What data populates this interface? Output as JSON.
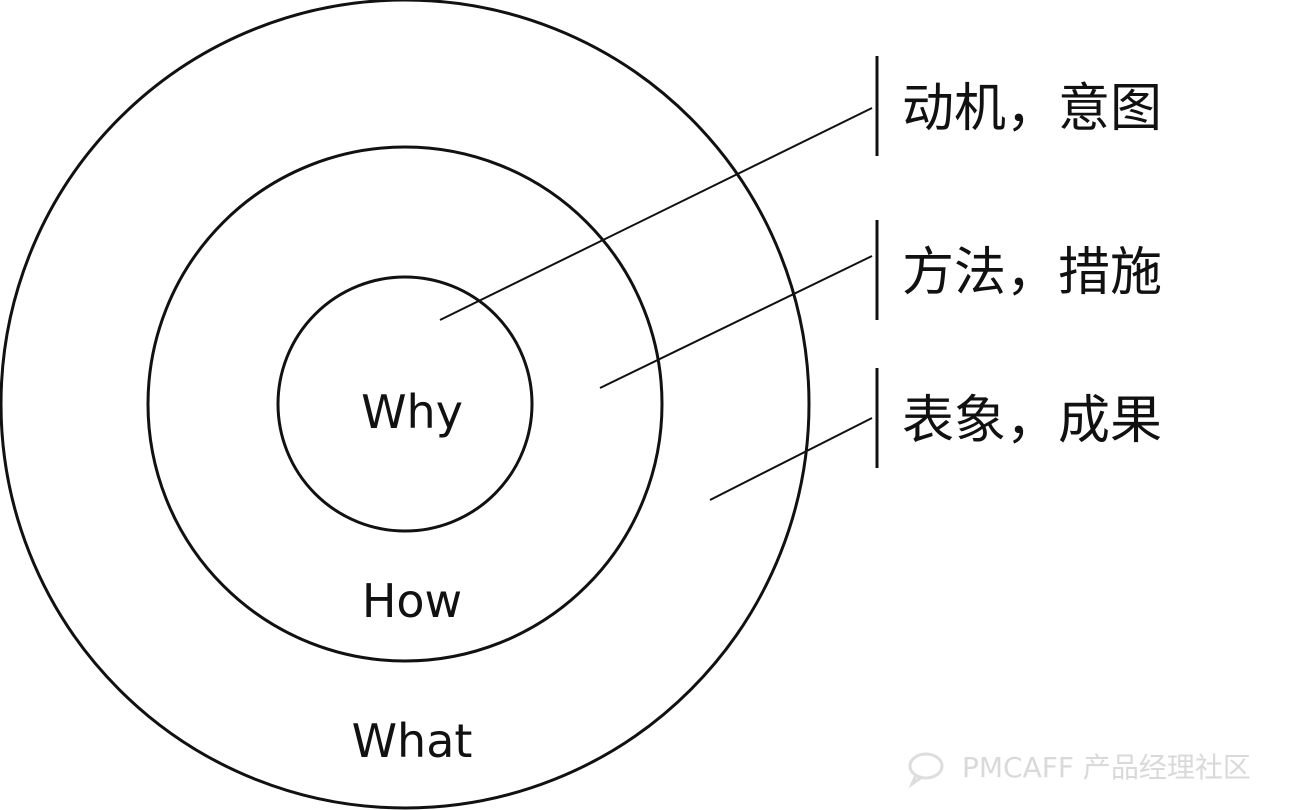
{
  "rings": [
    {
      "label": "What",
      "description": "表象，成果"
    },
    {
      "label": "How",
      "description": "方法，措施"
    },
    {
      "label": "Why",
      "description": "动机，意图"
    }
  ],
  "watermark": {
    "text": "PMCAFF 产品经理社区",
    "icon": "chat-bubble-icon"
  },
  "colors": {
    "stroke": "#111111",
    "background": "#ffffff",
    "watermark": "#d9d9d9"
  }
}
